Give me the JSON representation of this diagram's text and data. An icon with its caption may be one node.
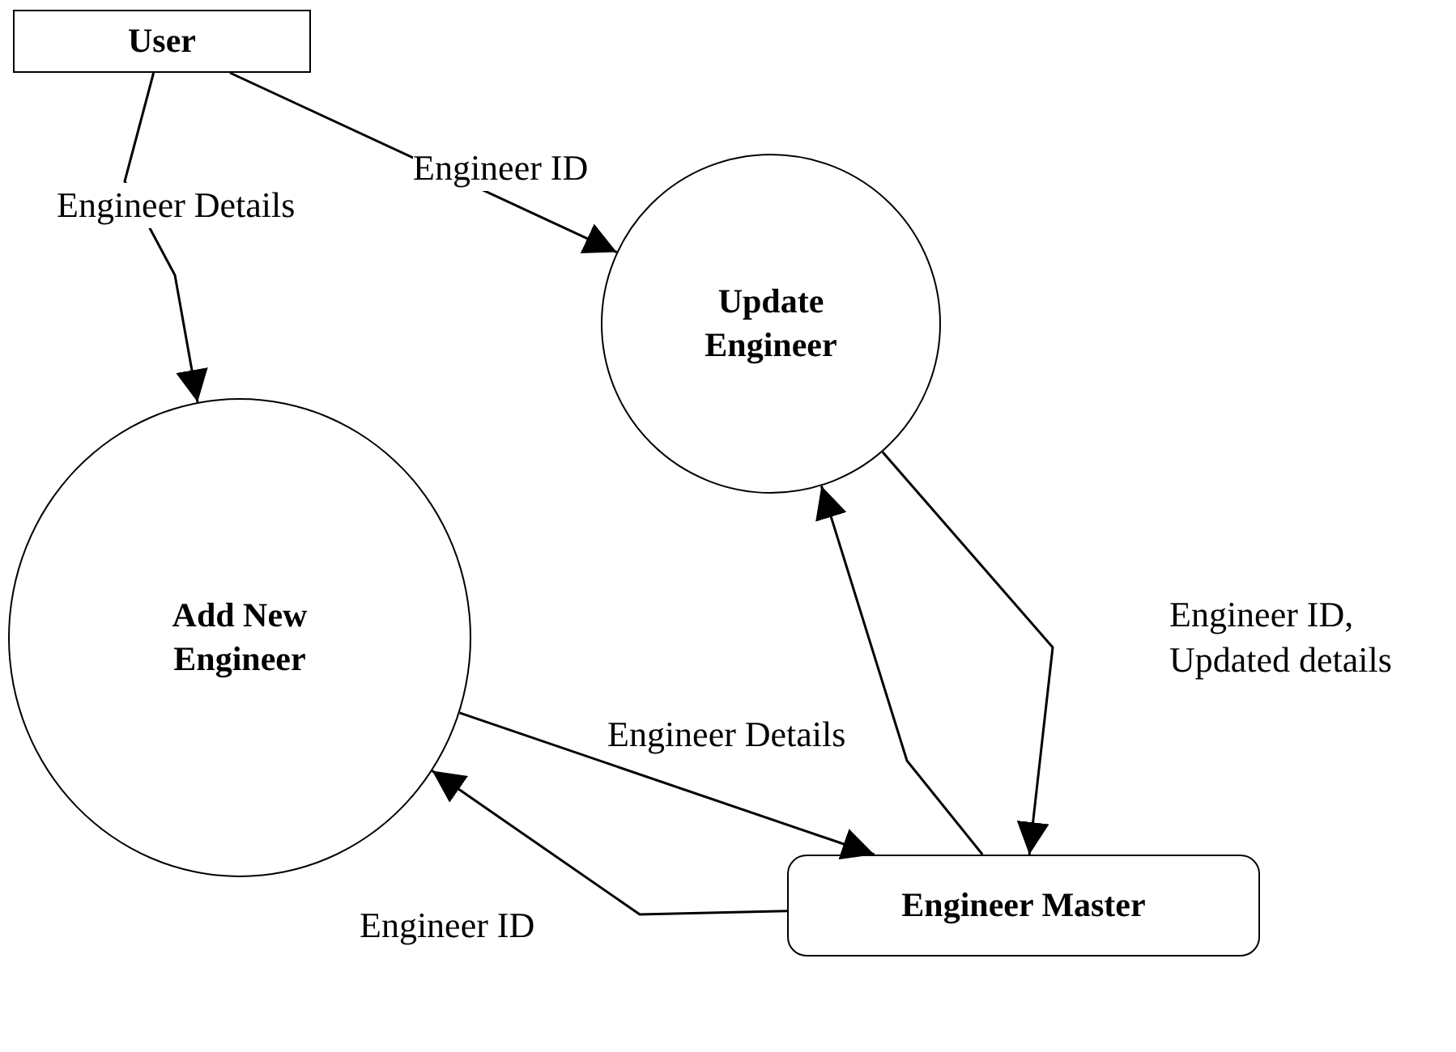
{
  "diagram": {
    "nodes": [
      {
        "text": [
          "User"
        ]
      },
      {
        "text": [
          "Update Engineer"
        ]
      },
      {
        "text": [
          "Add New Engineer"
        ]
      },
      {
        "text": [
          "Engineer Master"
        ]
      }
    ],
    "edges": [
      {
        "from": 0,
        "to": 1,
        "arrow": "to",
        "label": "Engineer ID"
      },
      {
        "from": 0,
        "to": 2,
        "arrow": "to",
        "label": "Engineer Details"
      },
      {
        "from": 1,
        "to": 3,
        "arrow": "to",
        "label": "Engineer ID, Updated details"
      },
      {
        "from": 3,
        "to": 1,
        "arrow": "to"
      },
      {
        "from": 2,
        "to": 3,
        "arrow": "to",
        "label": "Engineer Details"
      },
      {
        "from": 3,
        "to": 2,
        "arrow": "to",
        "label": "Engineer ID"
      }
    ]
  }
}
